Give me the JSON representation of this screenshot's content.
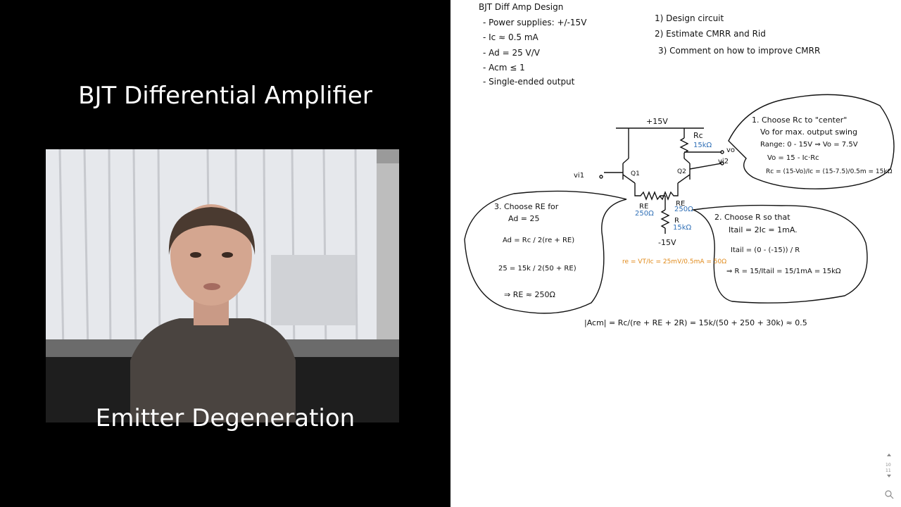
{
  "left_panel": {
    "title": "BJT Differential Amplifier",
    "subtitle": "Emitter Degeneration"
  },
  "notes": {
    "heading": "BJT Diff Amp Design",
    "specs": [
      "- Power supplies: +/-15V",
      "- Ic ≈ 0.5 mA",
      "- Ad = 25 V/V",
      "- Acm ≤ 1",
      "- Single-ended output"
    ],
    "tasks": [
      "1) Design circuit",
      "2) Estimate CMRR and Rid",
      "3) Comment on how to improve CMRR"
    ],
    "circuit": {
      "vplus": "+15V",
      "vminus": "-15V",
      "rc_label": "Rc",
      "rc_value": "15kΩ",
      "vo_label": "vo",
      "vi1_label": "vi1",
      "vi2_label": "vi2",
      "q1_label": "Q1",
      "q2_label": "Q2",
      "re_left_label": "RE",
      "re_left_value": "250Ω",
      "re_right_label": "RE",
      "re_right_value": "250Ω",
      "r_label": "R",
      "r_value": "15kΩ"
    },
    "bubble1": [
      "1. Choose Rc to \"center\"",
      "Vo for max. output swing",
      "Range: 0 - 15V ⇒ Vo = 7.5V",
      "Vo = 15 - Ic·Rc",
      "Rc = (15-Vo)/Ic = (15-7.5)/0.5m = 15kΩ"
    ],
    "bubble3": [
      "3. Choose RE for",
      "Ad = 25",
      "Ad = Rc / 2(re + RE)",
      "25 = 15k / 2(50 + RE)",
      "⇒ RE ≈ 250Ω"
    ],
    "bubble2": [
      "2. Choose R so that",
      "Itail = 2Ic = 1mA.",
      "Itail = (0 - (-15)) / R",
      "⇒ R = 15/Itail = 15/1mA = 15kΩ"
    ],
    "re_eq": "re = VT/Ic = 25mV/0.5mA = 50Ω",
    "acm_eq": "|Acm| = Rc/(re + RE + 2R) = 15k/(50 + 250 + 30k) ≈ 0.5"
  },
  "controls": {
    "page_current": "10",
    "page_total": "11"
  }
}
